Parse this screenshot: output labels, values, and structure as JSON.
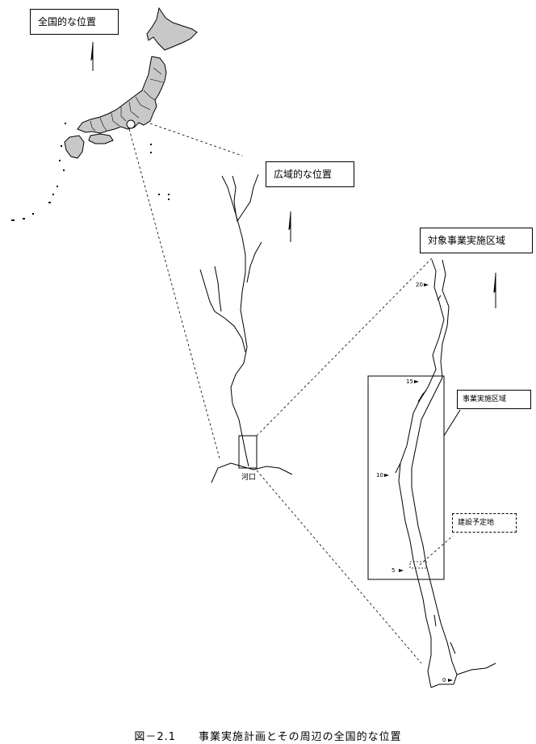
{
  "labels": {
    "national": "全国的な位置",
    "regional": "広域的な位置",
    "target_area": "対象事業実施区域",
    "project_area": "事業実施区域",
    "planned_site": "建設予定地",
    "river_mouth": "河口"
  },
  "distance_markers": [
    "20",
    "15",
    "10",
    "5",
    "0"
  ],
  "caption": "図－2.1　　事業実施計画とその周辺の全国的な位置"
}
